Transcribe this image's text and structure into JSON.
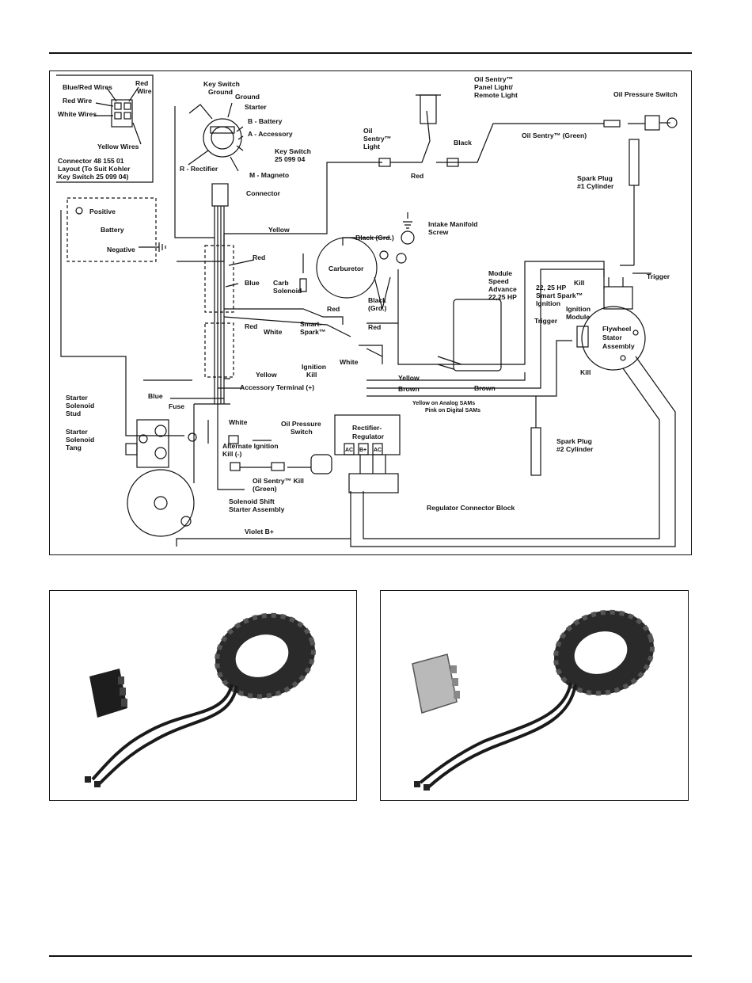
{
  "labels": {
    "connector_key": {
      "blue_red_wires": "Blue/Red Wires",
      "red": "Red",
      "wire": "Wire",
      "red_wire": "Red Wire",
      "white_wires": "White Wires",
      "yellow_wires": "Yellow Wires",
      "layout_l1": "Connector 48 155 01",
      "layout_l2": "Layout (To Suit Kohler",
      "layout_l3": "Key Switch 25 099 04)"
    },
    "key_switch": {
      "ground_l1": "Key Switch",
      "ground_l2": "Ground",
      "ground": "Ground",
      "starter": "Starter",
      "battery": "B - Battery",
      "accessory": "A - Accessory",
      "switch_l1": "Key Switch",
      "switch_l2": "25 099 04",
      "rectifier": "R - Rectifier",
      "magneto": "M - Magneto",
      "connector": "Connector"
    },
    "battery": {
      "positive": "Positive",
      "battery": "Battery",
      "negative": "Negative"
    },
    "oil_sentry": {
      "panel_l1": "Oil Sentry™",
      "panel_l2": "Panel Light/",
      "panel_l3": "Remote Light",
      "light_l1": "Oil",
      "light_l2": "Sentry™",
      "light_l3": "Light",
      "black": "Black",
      "red": "Red",
      "green": "Oil Sentry™ (Green)",
      "pressure_switch": "Oil Pressure Switch"
    },
    "spark_plug_1_l1": "Spark Plug",
    "spark_plug_1_l2": "#1 Cylinder",
    "yellow_top": "Yellow",
    "black_grd_top": "Black (Grd.)",
    "intake_l1": "Intake Manifold",
    "intake_l2": "Screw",
    "red_harness": "Red",
    "blue_harness": "Blue",
    "carburetor": "Carburetor",
    "carb_l1": "Carb",
    "carb_l2": "Solenoid",
    "red_carb": "Red",
    "black_grd_l1": "Black",
    "black_grd_l2": "(Grd.)",
    "module": {
      "l1": "Module",
      "l2": "Speed",
      "l3": "Advance",
      "l4": "22,25 HP"
    },
    "smart_spark": {
      "l1": "22, 25 HP",
      "l2": "Smart Spark™",
      "l3": "Ignition",
      "kill": "Kill",
      "trigger": "Trigger",
      "ign_l1": "Ignition",
      "ign_l2": "Module"
    },
    "red_left": "Red",
    "white_left": "White",
    "smart_spark_label_l1": "Smart-",
    "smart_spark_label_l2": "Spark™",
    "red_right": "Red",
    "trigger_left": "Trigger",
    "flywheel": {
      "l1": "Flywheel",
      "l2": "Stator",
      "l3": "Assembly"
    },
    "ignition_kill_l1": "Ignition",
    "ignition_kill_l2": "Kill",
    "white_mid": "White",
    "yellow_mid": "Yellow",
    "yellow_module": "Yellow",
    "brown_1": "Brown",
    "brown_2": "Brown",
    "kill_lower": "Kill",
    "sams_l1": "Yellow on Analog SAMs",
    "sams_l2": "Pink on Digital SAMs",
    "accessory_terminal": "Accessory Terminal (+)",
    "blue_lower": "Blue",
    "fuse": "Fuse",
    "starter_stud": {
      "l1": "Starter",
      "l2": "Solenoid",
      "l3": "Stud"
    },
    "starter_tang": {
      "l1": "Starter",
      "l2": "Solenoid",
      "l3": "Tang"
    },
    "white_lower": "White",
    "oil_pressure_l1": "Oil Pressure",
    "oil_pressure_l2": "Switch",
    "rectifier_l1": "Rectifier-",
    "rectifier_l2": "Regulator",
    "ac1": "AC",
    "bplus": "B+",
    "ac2": "AC",
    "alternate_l1": "Alternate Ignition",
    "alternate_l2": "Kill (-)",
    "spark_plug_2_l1": "Spark Plug",
    "spark_plug_2_l2": "#2 Cylinder",
    "oil_sentry_kill_l1": "Oil Sentry™ Kill",
    "oil_sentry_kill_l2": "(Green)",
    "solenoid_shift_l1": "Solenoid Shift",
    "solenoid_shift_l2": "Starter Assembly",
    "regulator_block": "Regulator Connector Block",
    "violet": "Violet B+"
  },
  "colors": {
    "ink": "#111111",
    "stator_dark": "#2a2a2a",
    "regulator_dark": "#1d1d1d",
    "regulator_light": "#b9b9b9"
  }
}
